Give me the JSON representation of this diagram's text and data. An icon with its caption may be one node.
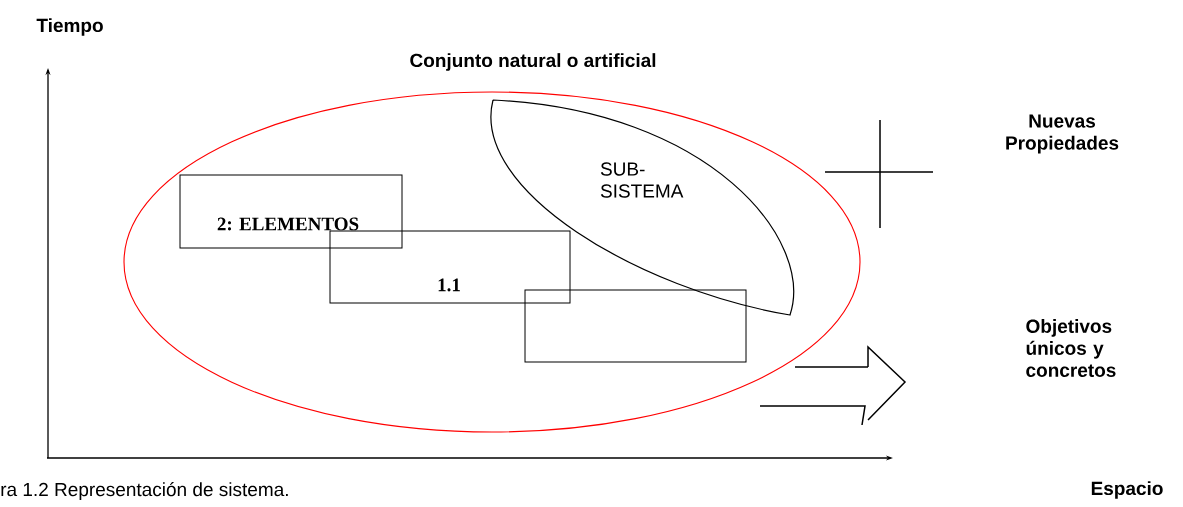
{
  "diagram": {
    "caption": "ra 1.2 Representación de sistema.",
    "nodes": [
      {
        "text": [
          "Conjunto natural o artificial"
        ]
      },
      {
        "text": [
          "2: ELEMENTOS"
        ],
        "in": 0
      },
      {
        "text": [
          "1.1"
        ],
        "in": 0
      },
      {
        "text": [],
        "shape": "box",
        "in": 0
      },
      {
        "text": [
          "SUB- SISTEMA"
        ],
        "in": 0
      }
    ],
    "labels": [
      "Tiempo",
      "Nuevas Propiedades",
      "Objetivos únicos y concretos",
      "Espacio"
    ]
  }
}
